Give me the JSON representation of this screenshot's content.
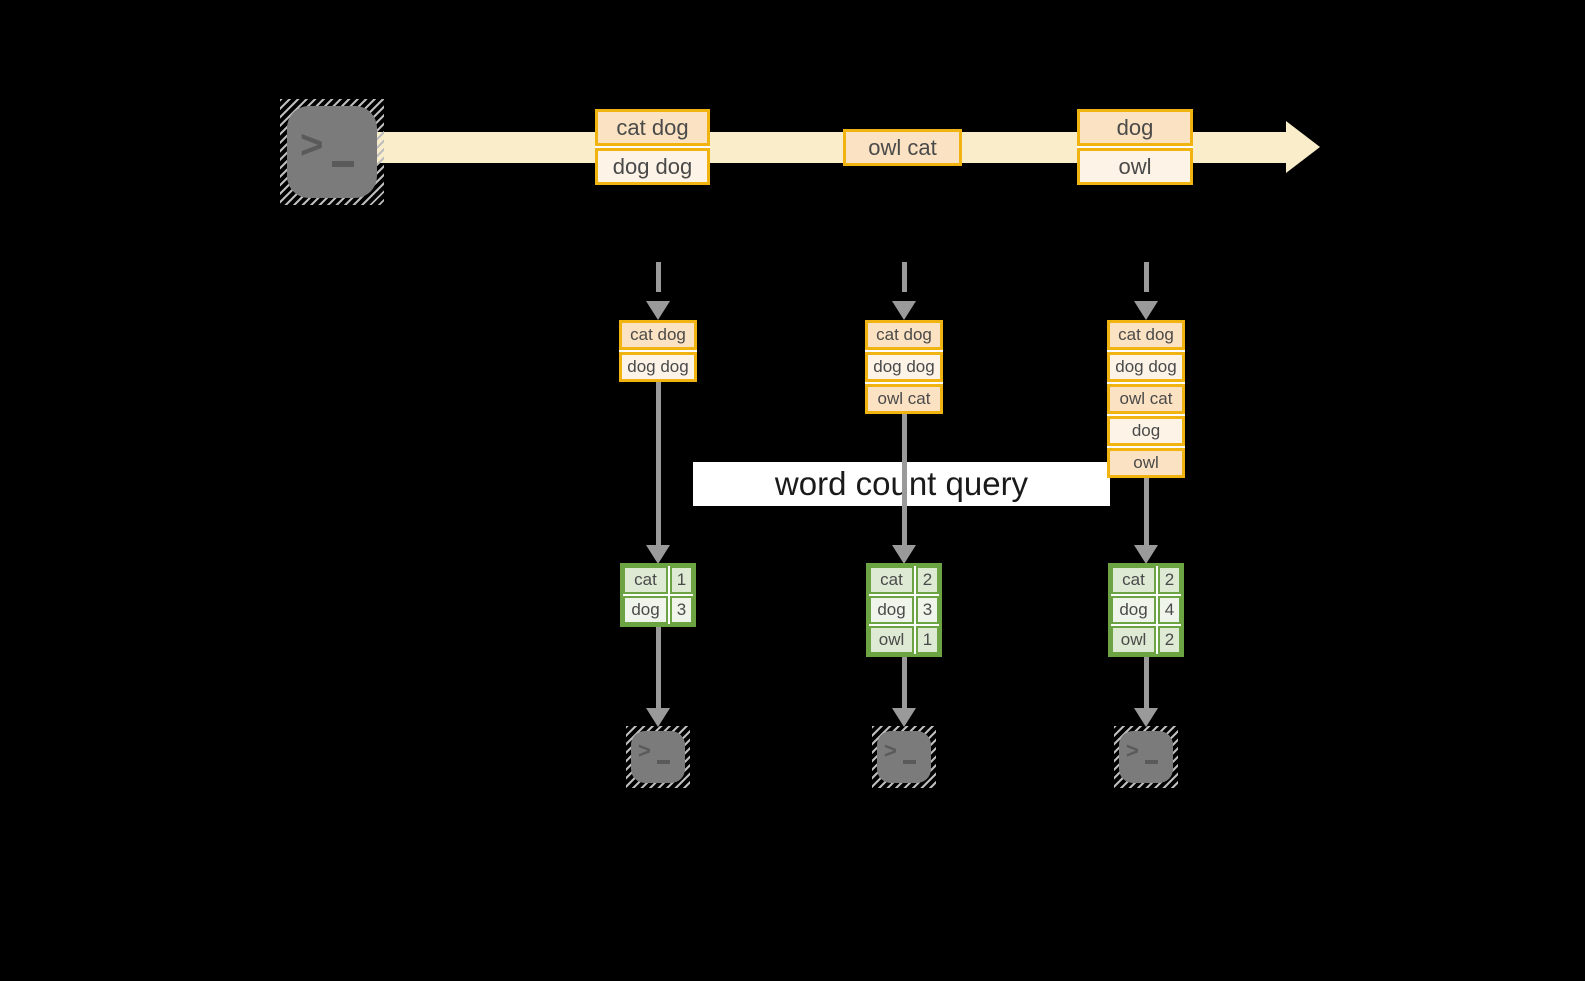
{
  "colors": {
    "background": "#000000",
    "stream": "#faeeca",
    "event_border": "#f0b30f",
    "event_fill_dark": "#fbe2c2",
    "event_fill_light": "#fdf3e7",
    "table_border": "#6da443",
    "table_fill_dark": "#dfead4",
    "table_fill_light": "#f0f5eb",
    "arrow": "#9a9a9a",
    "terminal": "#7b7b7b",
    "terminal_glyph": "#5a5a5a",
    "text": "#4a4a4a",
    "query_bg": "#ffffff",
    "query_text": "#1a1a1a"
  },
  "icons": {
    "terminal_chevron": ">",
    "terminal_cursor": "_"
  },
  "query_label": "word count query",
  "stream_events": [
    {
      "lines": [
        "cat dog",
        "dog dog"
      ]
    },
    {
      "lines": [
        "owl cat"
      ]
    },
    {
      "lines": [
        "dog",
        "owl"
      ]
    }
  ],
  "columns": [
    {
      "buffer": [
        "cat dog",
        "dog dog"
      ],
      "counts": [
        {
          "word": "cat",
          "count": "1"
        },
        {
          "word": "dog",
          "count": "3"
        }
      ]
    },
    {
      "buffer": [
        "cat dog",
        "dog dog",
        "owl cat"
      ],
      "counts": [
        {
          "word": "cat",
          "count": "2"
        },
        {
          "word": "dog",
          "count": "3"
        },
        {
          "word": "owl",
          "count": "1"
        }
      ]
    },
    {
      "buffer": [
        "cat dog",
        "dog dog",
        "owl cat",
        "dog",
        "owl"
      ],
      "counts": [
        {
          "word": "cat",
          "count": "2"
        },
        {
          "word": "dog",
          "count": "4"
        },
        {
          "word": "owl",
          "count": "2"
        }
      ]
    }
  ]
}
